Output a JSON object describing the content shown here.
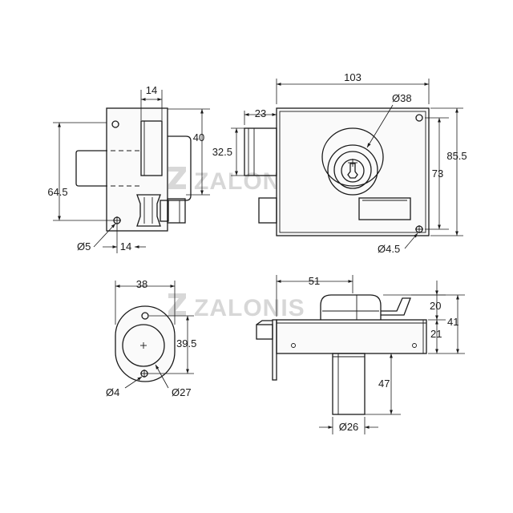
{
  "watermark": "ZALONIS",
  "side_view": {
    "top_width": "14",
    "height": "64.5",
    "knob_height": "40",
    "hole_diameter": "Ø5",
    "bottom_width": "14"
  },
  "front_view": {
    "width": "103",
    "bolt_protrusion": "23",
    "bolt_height": "32.5",
    "cylinder_diameter": "Ø38",
    "inner_height": "73",
    "overall_height": "85.5",
    "hole_diameter": "Ø4.5"
  },
  "rosette_view": {
    "width": "38",
    "height": "39.5",
    "hole_diameter": "Ø4",
    "cylinder_diameter": "Ø27"
  },
  "top_view": {
    "depth": "51",
    "height_upper": "20",
    "height_lower": "21",
    "overall_height": "41",
    "cylinder_length": "47",
    "cylinder_diameter": "Ø26"
  }
}
